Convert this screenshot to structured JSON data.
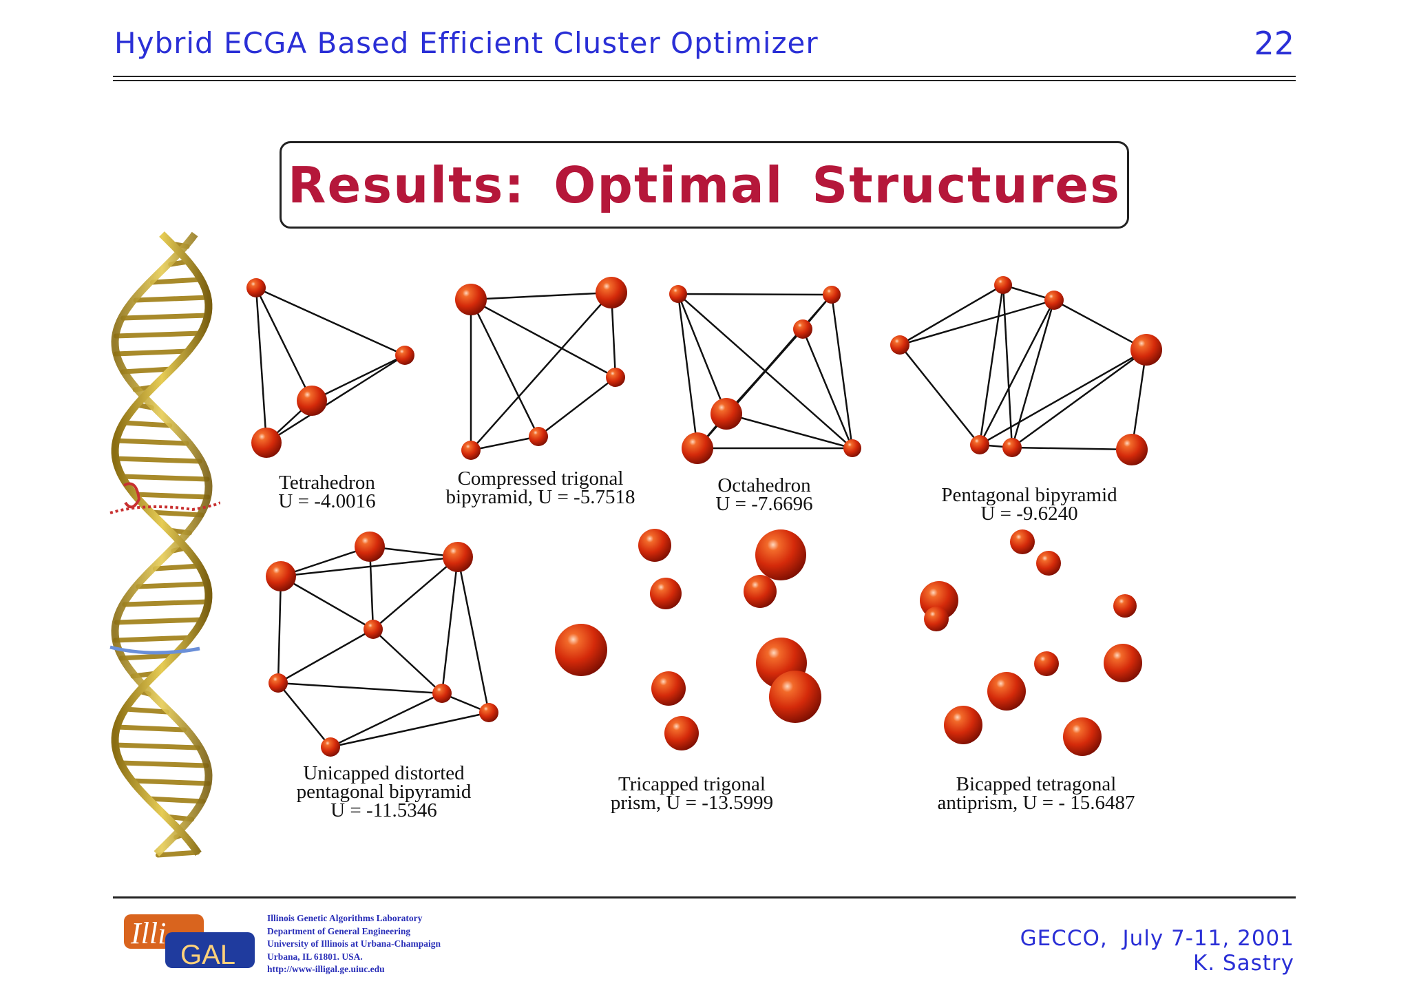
{
  "header": {
    "title": "Hybrid ECGA Based Efficient Cluster Optimizer",
    "page_number": "22"
  },
  "slide": {
    "title": "Results:  Optimal Structures"
  },
  "structures": [
    {
      "name": "Tetrahedron",
      "energy": "U = -4.0016"
    },
    {
      "line1": "Compressed trigonal",
      "line2": "bipyramid, U = -5.7518"
    },
    {
      "name": "Octahedron",
      "energy": "U = -7.6696"
    },
    {
      "name": "Pentagonal bipyramid",
      "energy": "U = -9.6240"
    },
    {
      "line1": "Unicapped distorted",
      "line2": "pentagonal bipyramid",
      "energy": "U = -11.5346"
    },
    {
      "line1": "Tricapped trigonal",
      "line2": "prism, U = -13.5999"
    },
    {
      "line1": "Bicapped tetragonal",
      "line2": "antiprism, U = - 15.6487"
    }
  ],
  "footer": {
    "logo_text_top": "Illi",
    "logo_text_bottom": "GAL",
    "lab_lines": [
      "Illinois Genetic Algorithms Laboratory",
      "Department of General Engineering",
      "University of Illinois at Urbana-Champaign",
      "Urbana, IL 61801. USA.",
      "http://www-illigal.ge.uiuc.edu"
    ],
    "conference": "GECCO,  July 7-11, 2001",
    "author": "K. Sastry"
  },
  "colors": {
    "header_blue": "#2a2fd6",
    "title_red": "#b5173a",
    "atom_red": "#d42a0a"
  }
}
